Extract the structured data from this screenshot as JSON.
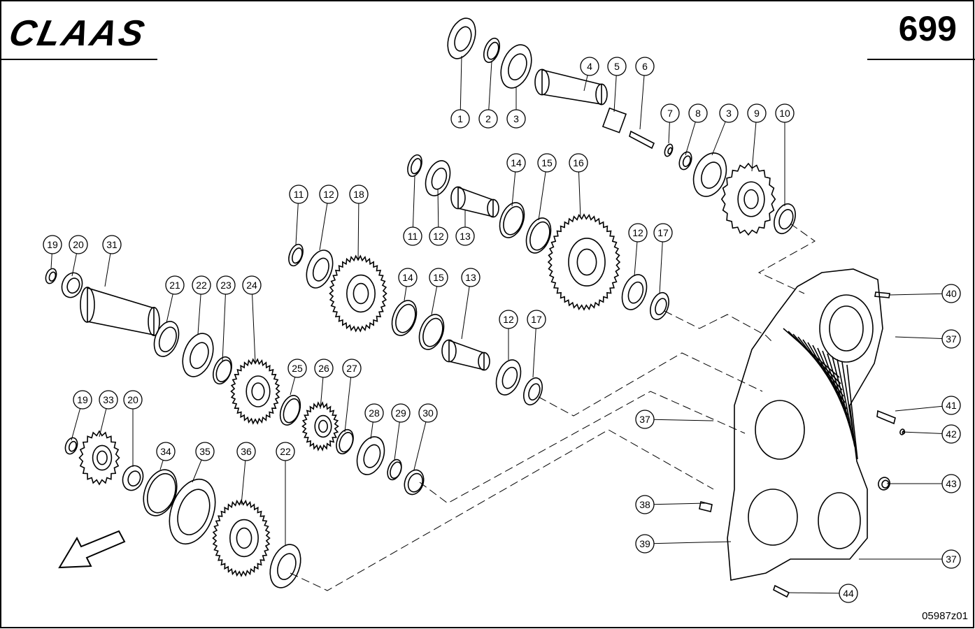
{
  "brand": "CLAAS",
  "page_number": "699",
  "drawing_ref": "05987z01",
  "callouts": [
    "1",
    "2",
    "3",
    "4",
    "5",
    "6",
    "7",
    "8",
    "3",
    "9",
    "10",
    "11",
    "12",
    "13",
    "14",
    "15",
    "16",
    "11",
    "12",
    "18",
    "14",
    "15",
    "13",
    "12",
    "17",
    "12",
    "17",
    "19",
    "20",
    "31",
    "21",
    "22",
    "23",
    "24",
    "25",
    "26",
    "27",
    "28",
    "29",
    "30",
    "19",
    "33",
    "20",
    "34",
    "35",
    "36",
    "22",
    "37",
    "37",
    "37",
    "38",
    "39",
    "40",
    "41",
    "42",
    "43",
    "44"
  ]
}
